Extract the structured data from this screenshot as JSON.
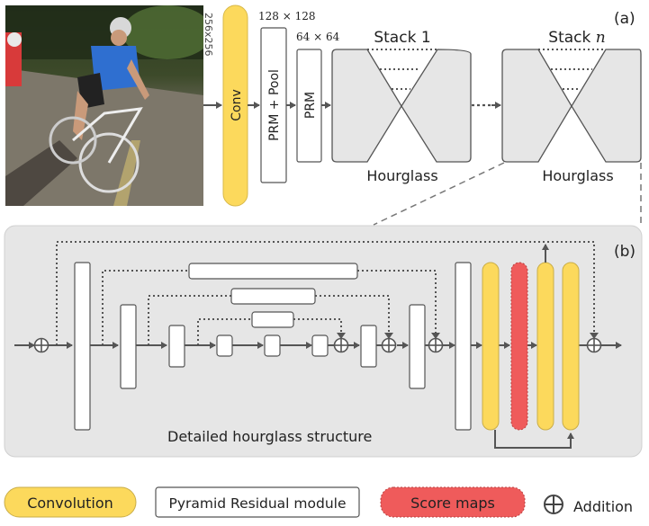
{
  "panel_a": {
    "label": "(a)",
    "input_size": "256x256",
    "conv_label": "Conv",
    "prm_pool_label": "PRM + Pool",
    "prm_pool_size": "128 × 128",
    "prm_label": "PRM",
    "prm_size": "64 × 64",
    "stacks": [
      {
        "title": "Stack 1",
        "caption": "Hourglass"
      },
      {
        "title": "Stack n",
        "caption": "Hourglass"
      }
    ]
  },
  "panel_b": {
    "label": "(b)",
    "caption": "Detailed hourglass structure"
  },
  "legend": {
    "convolution": "Convolution",
    "prm": "Pyramid Residual module",
    "score_maps": "Score maps",
    "addition": "Addition"
  },
  "colors": {
    "convolution": "#fcd95c",
    "score_maps": "#ef5b5b",
    "panel_bg": "#e6e6e6",
    "stroke": "#555555"
  }
}
